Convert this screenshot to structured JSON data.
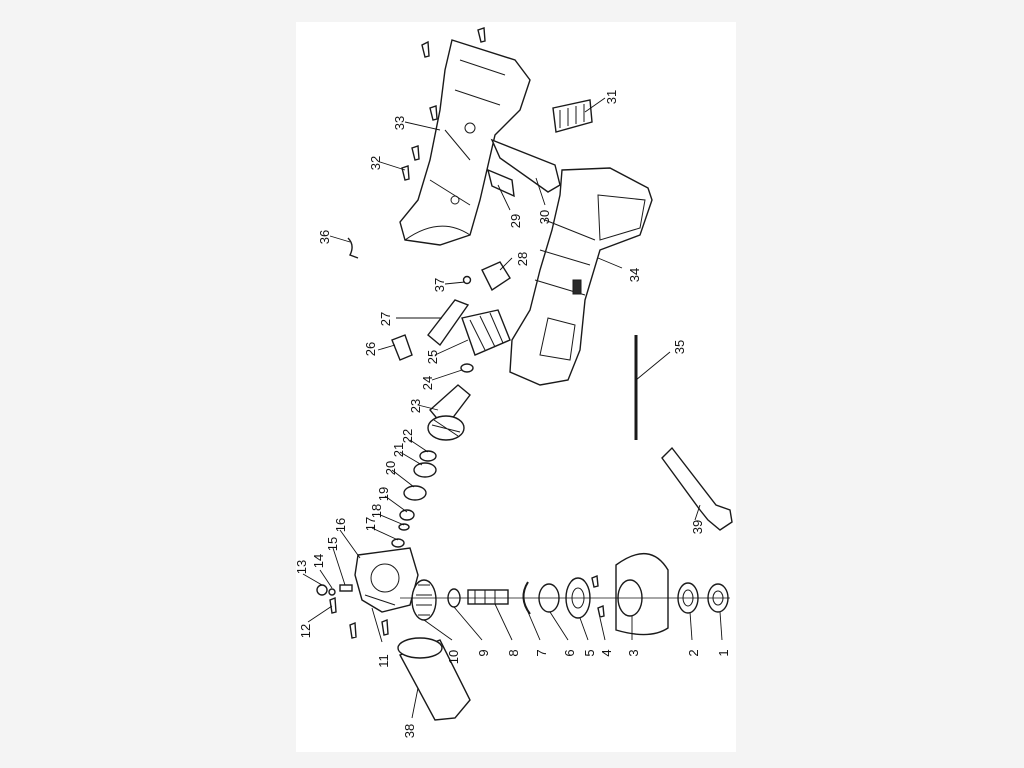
{
  "title": "",
  "callouts": [
    "1",
    "2",
    "3",
    "4",
    "5",
    "6",
    "7",
    "8",
    "9",
    "10",
    "11",
    "12",
    "13",
    "14",
    "15",
    "16",
    "17",
    "18",
    "19",
    "20",
    "21",
    "22",
    "23",
    "24",
    "25",
    "26",
    "27",
    "28",
    "29",
    "30",
    "31",
    "32",
    "33",
    "34",
    "35",
    "36",
    "37",
    "38",
    "39"
  ]
}
